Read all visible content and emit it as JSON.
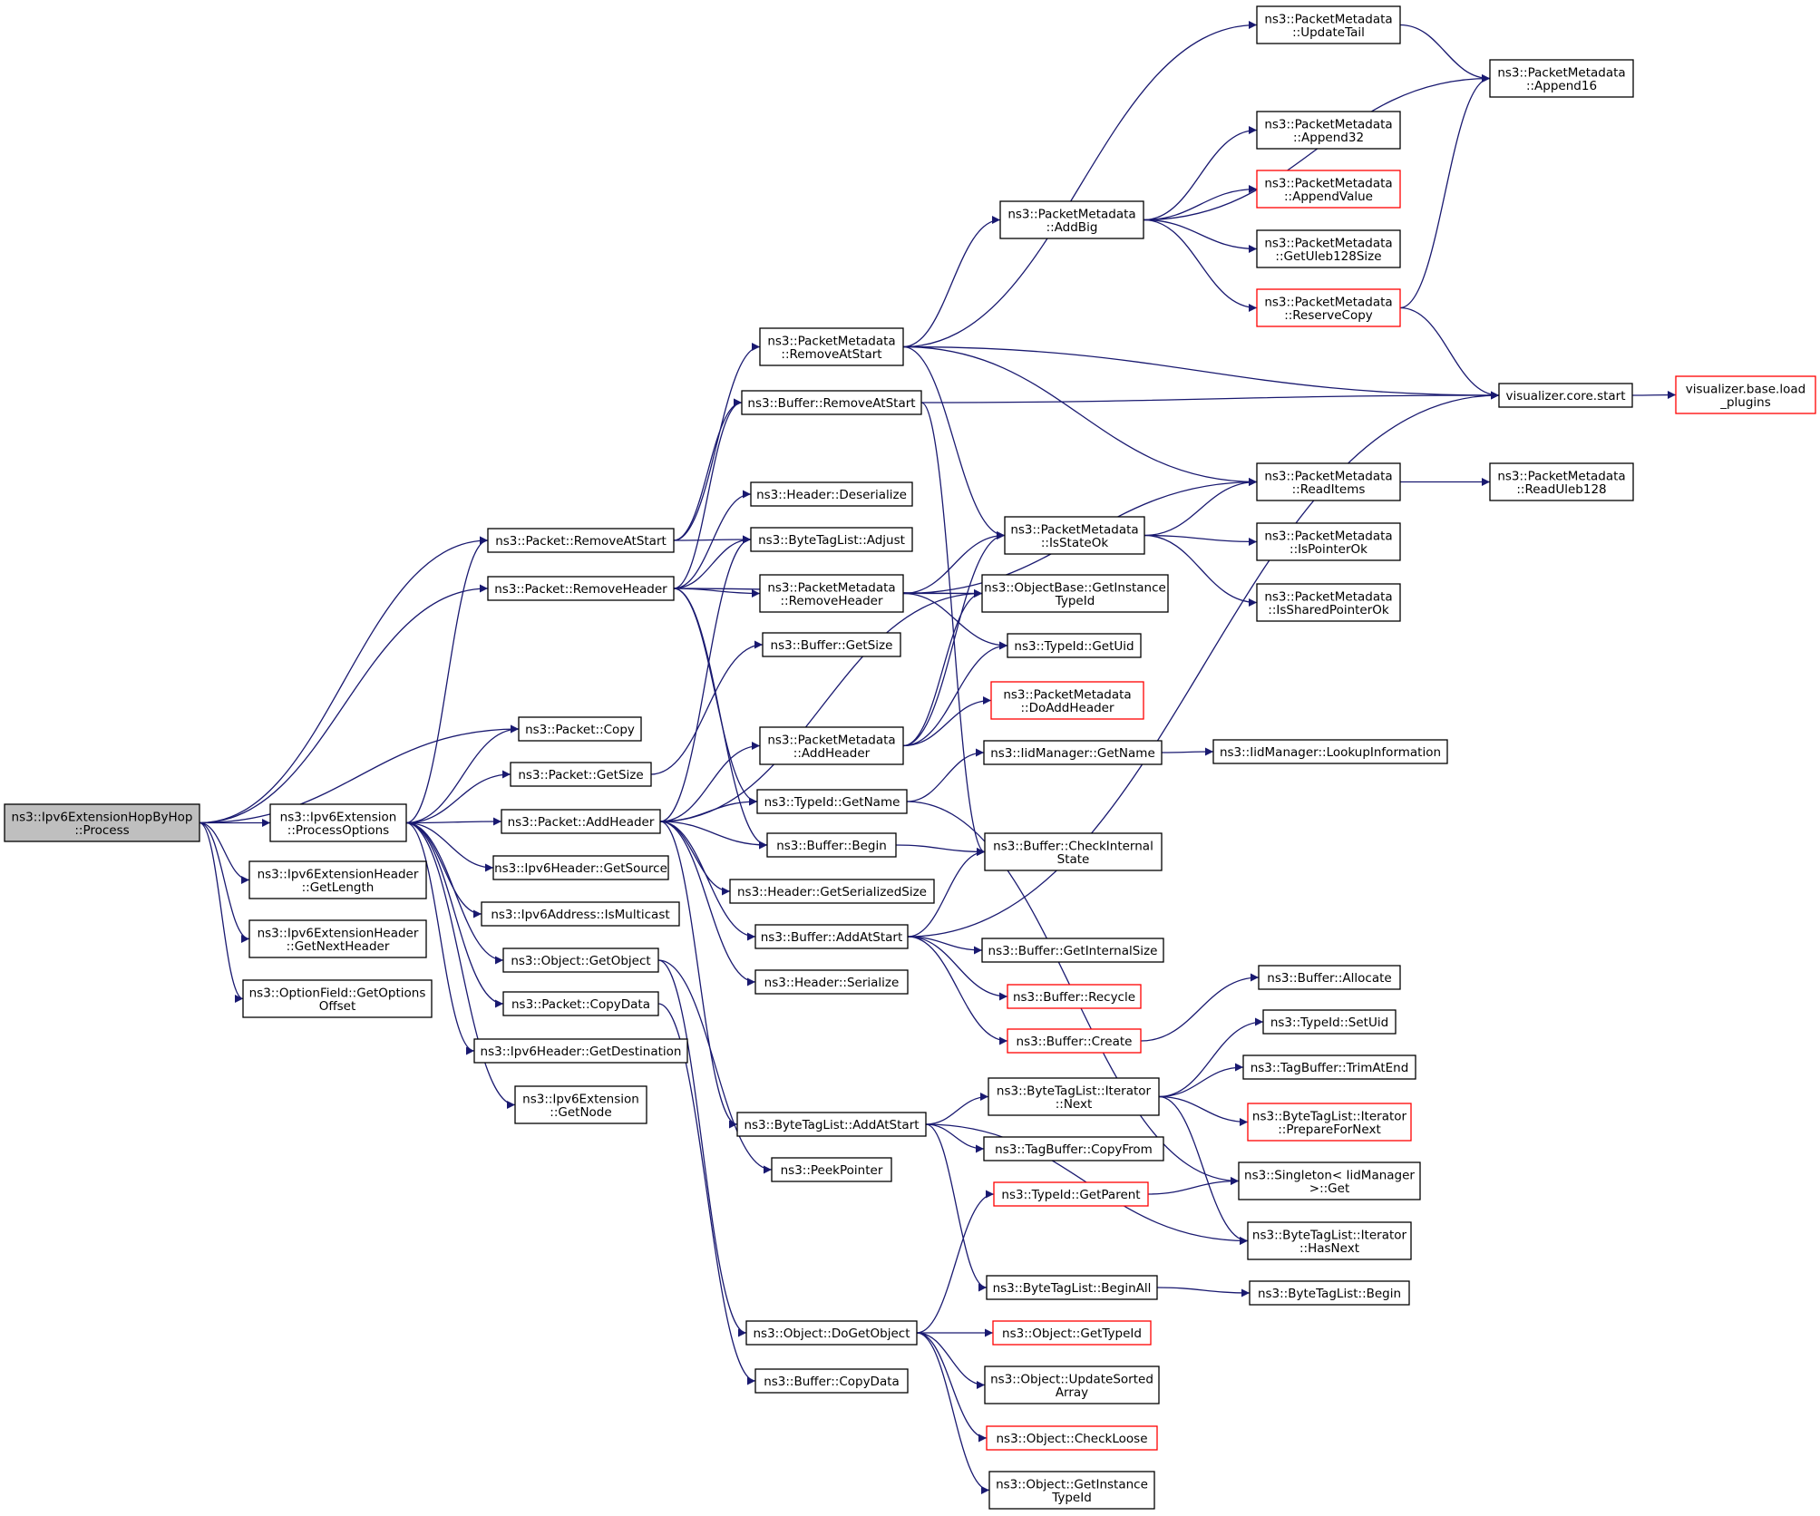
{
  "diagram": {
    "nodes": [
      {
        "id": "process",
        "lines": [
          "ns3::Ipv6ExtensionHopByHop",
          "::Process"
        ],
        "style": "root"
      },
      {
        "id": "processOptions",
        "lines": [
          "ns3::Ipv6Extension",
          "::ProcessOptions"
        ]
      },
      {
        "id": "getLength",
        "lines": [
          "ns3::Ipv6ExtensionHeader",
          "::GetLength"
        ]
      },
      {
        "id": "getNextHeader",
        "lines": [
          "ns3::Ipv6ExtensionHeader",
          "::GetNextHeader"
        ]
      },
      {
        "id": "getOptionsOffset",
        "lines": [
          "ns3::OptionField::GetOptions",
          "Offset"
        ]
      },
      {
        "id": "pktRemoveAtStart",
        "lines": [
          "ns3::Packet::RemoveAtStart"
        ]
      },
      {
        "id": "pktRemoveHeader",
        "lines": [
          "ns3::Packet::RemoveHeader"
        ]
      },
      {
        "id": "pktCopy",
        "lines": [
          "ns3::Packet::Copy"
        ]
      },
      {
        "id": "pktGetSize",
        "lines": [
          "ns3::Packet::GetSize"
        ]
      },
      {
        "id": "pktAddHeader",
        "lines": [
          "ns3::Packet::AddHeader"
        ]
      },
      {
        "id": "ipv6GetSource",
        "lines": [
          "ns3::Ipv6Header::GetSource"
        ]
      },
      {
        "id": "isMulticast",
        "lines": [
          "ns3::Ipv6Address::IsMulticast"
        ]
      },
      {
        "id": "objGetObject",
        "lines": [
          "ns3::Object::GetObject"
        ]
      },
      {
        "id": "pktCopyData",
        "lines": [
          "ns3::Packet::CopyData"
        ]
      },
      {
        "id": "ipv6GetDest",
        "lines": [
          "ns3::Ipv6Header::GetDestination"
        ]
      },
      {
        "id": "extGetNode",
        "lines": [
          "ns3::Ipv6Extension",
          "::GetNode"
        ]
      },
      {
        "id": "pmRemoveAtStart",
        "lines": [
          "ns3::PacketMetadata",
          "::RemoveAtStart"
        ]
      },
      {
        "id": "bufRemoveAtStart",
        "lines": [
          "ns3::Buffer::RemoveAtStart"
        ]
      },
      {
        "id": "hdrDeserialize",
        "lines": [
          "ns3::Header::Deserialize"
        ]
      },
      {
        "id": "btlAdjust",
        "lines": [
          "ns3::ByteTagList::Adjust"
        ]
      },
      {
        "id": "pmRemoveHeader",
        "lines": [
          "ns3::PacketMetadata",
          "::RemoveHeader"
        ]
      },
      {
        "id": "bufGetSize",
        "lines": [
          "ns3::Buffer::GetSize"
        ]
      },
      {
        "id": "pmAddHeader",
        "lines": [
          "ns3::PacketMetadata",
          "::AddHeader"
        ]
      },
      {
        "id": "tidGetName",
        "lines": [
          "ns3::TypeId::GetName"
        ]
      },
      {
        "id": "bufBegin",
        "lines": [
          "ns3::Buffer::Begin"
        ]
      },
      {
        "id": "hdrGetSerSize",
        "lines": [
          "ns3::Header::GetSerializedSize"
        ]
      },
      {
        "id": "bufAddAtStart",
        "lines": [
          "ns3::Buffer::AddAtStart"
        ]
      },
      {
        "id": "hdrSerialize",
        "lines": [
          "ns3::Header::Serialize"
        ]
      },
      {
        "id": "btlAddAtStart",
        "lines": [
          "ns3::ByteTagList::AddAtStart"
        ]
      },
      {
        "id": "peekPointer",
        "lines": [
          "ns3::PeekPointer"
        ]
      },
      {
        "id": "doGetObject",
        "lines": [
          "ns3::Object::DoGetObject"
        ]
      },
      {
        "id": "bufCopyData",
        "lines": [
          "ns3::Buffer::CopyData"
        ]
      },
      {
        "id": "pmAddBig",
        "lines": [
          "ns3::PacketMetadata",
          "::AddBig"
        ]
      },
      {
        "id": "pmIsStateOk",
        "lines": [
          "ns3::PacketMetadata",
          "::IsStateOk"
        ]
      },
      {
        "id": "obGetInstTid",
        "lines": [
          "ns3::ObjectBase::GetInstance",
          "TypeId"
        ]
      },
      {
        "id": "tidGetUid",
        "lines": [
          "ns3::TypeId::GetUid"
        ]
      },
      {
        "id": "pmDoAddHeader",
        "lines": [
          "ns3::PacketMetadata",
          "::DoAddHeader"
        ],
        "style": "red"
      },
      {
        "id": "iidGetName",
        "lines": [
          "ns3::IidManager::GetName"
        ]
      },
      {
        "id": "bufCheckInternal",
        "lines": [
          "ns3::Buffer::CheckInternal",
          "State"
        ]
      },
      {
        "id": "bufGetInternalSize",
        "lines": [
          "ns3::Buffer::GetInternalSize"
        ]
      },
      {
        "id": "bufRecycle",
        "lines": [
          "ns3::Buffer::Recycle"
        ],
        "style": "red"
      },
      {
        "id": "bufCreate",
        "lines": [
          "ns3::Buffer::Create"
        ],
        "style": "red"
      },
      {
        "id": "btlItNext",
        "lines": [
          "ns3::ByteTagList::Iterator",
          "::Next"
        ]
      },
      {
        "id": "tbCopyFrom",
        "lines": [
          "ns3::TagBuffer::CopyFrom"
        ]
      },
      {
        "id": "tidGetParent",
        "lines": [
          "ns3::TypeId::GetParent"
        ],
        "style": "red"
      },
      {
        "id": "btlBeginAll",
        "lines": [
          "ns3::ByteTagList::BeginAll"
        ]
      },
      {
        "id": "objGetTypeId",
        "lines": [
          "ns3::Object::GetTypeId"
        ],
        "style": "red"
      },
      {
        "id": "objUpdateSorted",
        "lines": [
          "ns3::Object::UpdateSorted",
          "Array"
        ]
      },
      {
        "id": "objCheckLoose",
        "lines": [
          "ns3::Object::CheckLoose"
        ],
        "style": "red"
      },
      {
        "id": "objGetInstTid",
        "lines": [
          "ns3::Object::GetInstance",
          "TypeId"
        ]
      },
      {
        "id": "pmUpdateTail",
        "lines": [
          "ns3::PacketMetadata",
          "::UpdateTail"
        ]
      },
      {
        "id": "pmAppend32",
        "lines": [
          "ns3::PacketMetadata",
          "::Append32"
        ]
      },
      {
        "id": "pmAppendValue",
        "lines": [
          "ns3::PacketMetadata",
          "::AppendValue"
        ],
        "style": "red"
      },
      {
        "id": "pmGetUleb",
        "lines": [
          "ns3::PacketMetadata",
          "::GetUleb128Size"
        ]
      },
      {
        "id": "pmReserveCopy",
        "lines": [
          "ns3::PacketMetadata",
          "::ReserveCopy"
        ],
        "style": "red"
      },
      {
        "id": "pmReadItems",
        "lines": [
          "ns3::PacketMetadata",
          "::ReadItems"
        ]
      },
      {
        "id": "pmIsPointerOk",
        "lines": [
          "ns3::PacketMetadata",
          "::IsPointerOk"
        ]
      },
      {
        "id": "pmIsSharedPtrOk",
        "lines": [
          "ns3::PacketMetadata",
          "::IsSharedPointerOk"
        ]
      },
      {
        "id": "iidLookup",
        "lines": [
          "ns3::IidManager::LookupInformation"
        ]
      },
      {
        "id": "bufAllocate",
        "lines": [
          "ns3::Buffer::Allocate"
        ]
      },
      {
        "id": "tidSetUid",
        "lines": [
          "ns3::TypeId::SetUid"
        ]
      },
      {
        "id": "tbTrimAtEnd",
        "lines": [
          "ns3::TagBuffer::TrimAtEnd"
        ]
      },
      {
        "id": "btlItPrepare",
        "lines": [
          "ns3::ByteTagList::Iterator",
          "::PrepareForNext"
        ],
        "style": "red"
      },
      {
        "id": "singletonGet",
        "lines": [
          "ns3::Singleton< IidManager",
          " >::Get"
        ]
      },
      {
        "id": "btlItHasNext",
        "lines": [
          "ns3::ByteTagList::Iterator",
          "::HasNext"
        ]
      },
      {
        "id": "btlBegin",
        "lines": [
          "ns3::ByteTagList::Begin"
        ]
      },
      {
        "id": "pmAppend16",
        "lines": [
          "ns3::PacketMetadata",
          "::Append16"
        ]
      },
      {
        "id": "vizStart",
        "lines": [
          "visualizer.core.start"
        ]
      },
      {
        "id": "pmReadUleb",
        "lines": [
          "ns3::PacketMetadata",
          "::ReadUleb128"
        ]
      },
      {
        "id": "vizLoadPlugins",
        "lines": [
          "visualizer.base.load",
          "_plugins"
        ],
        "style": "red"
      }
    ],
    "edges": [
      [
        "process",
        "pktRemoveAtStart"
      ],
      [
        "process",
        "pktRemoveHeader"
      ],
      [
        "process",
        "pktCopy"
      ],
      [
        "process",
        "processOptions"
      ],
      [
        "process",
        "getLength"
      ],
      [
        "process",
        "getNextHeader"
      ],
      [
        "process",
        "getOptionsOffset"
      ],
      [
        "processOptions",
        "pktRemoveAtStart"
      ],
      [
        "processOptions",
        "pktCopy"
      ],
      [
        "processOptions",
        "pktGetSize"
      ],
      [
        "processOptions",
        "pktAddHeader"
      ],
      [
        "processOptions",
        "ipv6GetSource"
      ],
      [
        "processOptions",
        "isMulticast"
      ],
      [
        "processOptions",
        "objGetObject"
      ],
      [
        "processOptions",
        "pktCopyData"
      ],
      [
        "processOptions",
        "ipv6GetDest"
      ],
      [
        "processOptions",
        "extGetNode"
      ],
      [
        "pktRemoveAtStart",
        "pmRemoveAtStart"
      ],
      [
        "pktRemoveAtStart",
        "bufRemoveAtStart"
      ],
      [
        "pktRemoveAtStart",
        "btlAdjust"
      ],
      [
        "pktRemoveHeader",
        "bufRemoveAtStart"
      ],
      [
        "pktRemoveHeader",
        "hdrDeserialize"
      ],
      [
        "pktRemoveHeader",
        "btlAdjust"
      ],
      [
        "pktRemoveHeader",
        "pmRemoveHeader"
      ],
      [
        "pktRemoveHeader",
        "obGetInstTid"
      ],
      [
        "pktRemoveHeader",
        "tidGetName"
      ],
      [
        "pktRemoveHeader",
        "bufBegin"
      ],
      [
        "pktGetSize",
        "bufGetSize"
      ],
      [
        "pktAddHeader",
        "btlAdjust"
      ],
      [
        "pktAddHeader",
        "pmAddHeader"
      ],
      [
        "pktAddHeader",
        "tidGetName"
      ],
      [
        "pktAddHeader",
        "bufBegin"
      ],
      [
        "pktAddHeader",
        "hdrGetSerSize"
      ],
      [
        "pktAddHeader",
        "bufAddAtStart"
      ],
      [
        "pktAddHeader",
        "hdrSerialize"
      ],
      [
        "pktAddHeader",
        "btlAddAtStart"
      ],
      [
        "pktAddHeader",
        "obGetInstTid"
      ],
      [
        "objGetObject",
        "peekPointer"
      ],
      [
        "objGetObject",
        "doGetObject"
      ],
      [
        "pktCopyData",
        "bufCopyData"
      ],
      [
        "pmRemoveAtStart",
        "pmUpdateTail"
      ],
      [
        "pmRemoveAtStart",
        "pmAddBig"
      ],
      [
        "pmRemoveAtStart",
        "vizStart"
      ],
      [
        "pmRemoveAtStart",
        "pmReadItems"
      ],
      [
        "pmRemoveAtStart",
        "pmIsStateOk"
      ],
      [
        "bufRemoveAtStart",
        "vizStart"
      ],
      [
        "bufRemoveAtStart",
        "bufCheckInternal"
      ],
      [
        "pmRemoveHeader",
        "pmReadItems"
      ],
      [
        "pmRemoveHeader",
        "pmIsStateOk"
      ],
      [
        "pmRemoveHeader",
        "obGetInstTid"
      ],
      [
        "pmRemoveHeader",
        "tidGetUid"
      ],
      [
        "pmAddHeader",
        "pmIsStateOk"
      ],
      [
        "pmAddHeader",
        "obGetInstTid"
      ],
      [
        "pmAddHeader",
        "tidGetUid"
      ],
      [
        "pmAddHeader",
        "pmDoAddHeader"
      ],
      [
        "tidGetName",
        "iidGetName"
      ],
      [
        "tidGetName",
        "singletonGet"
      ],
      [
        "bufBegin",
        "bufCheckInternal"
      ],
      [
        "bufAddAtStart",
        "bufCheckInternal"
      ],
      [
        "bufAddAtStart",
        "vizStart"
      ],
      [
        "bufAddAtStart",
        "bufGetInternalSize"
      ],
      [
        "bufAddAtStart",
        "bufRecycle"
      ],
      [
        "bufAddAtStart",
        "bufCreate"
      ],
      [
        "btlAddAtStart",
        "btlItNext"
      ],
      [
        "btlAddAtStart",
        "tbCopyFrom"
      ],
      [
        "btlAddAtStart",
        "btlItHasNext"
      ],
      [
        "btlAddAtStart",
        "btlBeginAll"
      ],
      [
        "doGetObject",
        "tidGetParent"
      ],
      [
        "doGetObject",
        "objGetTypeId"
      ],
      [
        "doGetObject",
        "objUpdateSorted"
      ],
      [
        "doGetObject",
        "objCheckLoose"
      ],
      [
        "doGetObject",
        "objGetInstTid"
      ],
      [
        "pmAddBig",
        "pmAppend16"
      ],
      [
        "pmAddBig",
        "pmAppend32"
      ],
      [
        "pmAddBig",
        "pmAppendValue"
      ],
      [
        "pmAddBig",
        "pmGetUleb"
      ],
      [
        "pmAddBig",
        "pmReserveCopy"
      ],
      [
        "pmIsStateOk",
        "pmReadItems"
      ],
      [
        "pmIsStateOk",
        "pmIsPointerOk"
      ],
      [
        "pmIsStateOk",
        "pmIsSharedPtrOk"
      ],
      [
        "iidGetName",
        "iidLookup"
      ],
      [
        "bufCreate",
        "bufAllocate"
      ],
      [
        "btlItNext",
        "tidSetUid"
      ],
      [
        "btlItNext",
        "tbTrimAtEnd"
      ],
      [
        "btlItNext",
        "btlItPrepare"
      ],
      [
        "btlItNext",
        "btlItHasNext"
      ],
      [
        "tidGetParent",
        "singletonGet"
      ],
      [
        "btlBeginAll",
        "btlBegin"
      ],
      [
        "pmUpdateTail",
        "pmAppend16"
      ],
      [
        "pmReserveCopy",
        "pmAppend16"
      ],
      [
        "pmReserveCopy",
        "vizStart"
      ],
      [
        "pmReadItems",
        "pmReadUleb"
      ],
      [
        "vizStart",
        "vizLoadPlugins"
      ]
    ]
  }
}
